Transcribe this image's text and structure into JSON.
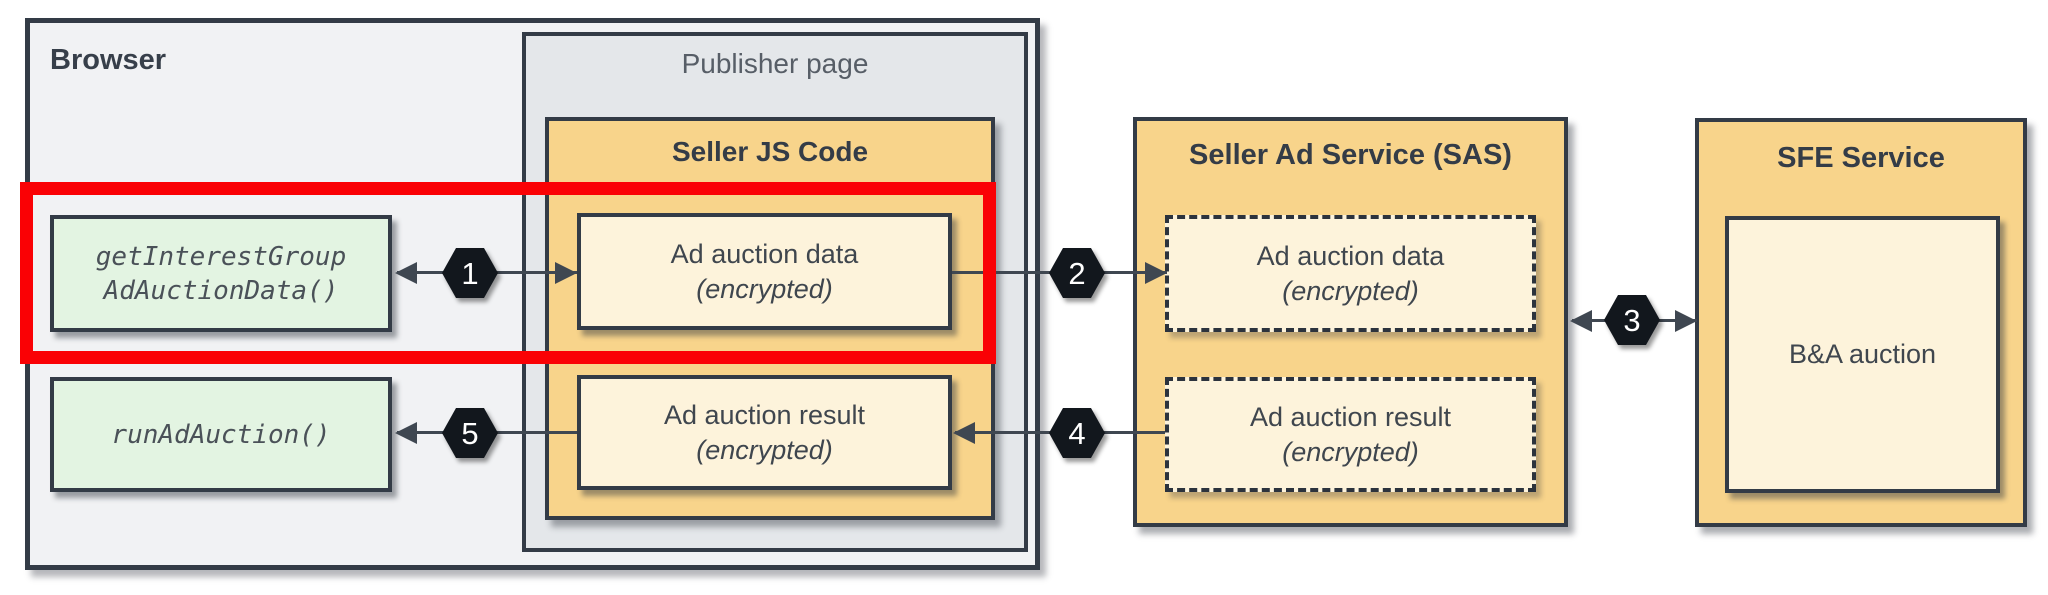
{
  "diagram": {
    "browser": {
      "label": "Browser"
    },
    "publisher_page": {
      "label": "Publisher page"
    },
    "seller_js": {
      "title": "Seller JS Code",
      "data_box": {
        "title": "Ad auction data",
        "subtitle": "(encrypted)"
      },
      "result_box": {
        "title": "Ad auction result",
        "subtitle": "(encrypted)"
      }
    },
    "api_calls": {
      "get_interest_group": {
        "line1": "getInterestGroup",
        "line2": "AdAuctionData()"
      },
      "run_ad_auction": {
        "line1": "runAdAuction()"
      }
    },
    "sas": {
      "title": "Seller Ad Service (SAS)",
      "data_box": {
        "title": "Ad auction data",
        "subtitle": "(encrypted)"
      },
      "result_box": {
        "title": "Ad auction result",
        "subtitle": "(encrypted)"
      }
    },
    "sfe": {
      "title": "SFE Service",
      "auction_box": {
        "title": "B&A auction"
      }
    },
    "steps": {
      "s1": "1",
      "s2": "2",
      "s3": "3",
      "s4": "4",
      "s5": "5"
    },
    "colors": {
      "container_orange": "#f8d48b",
      "panel_cream": "#fdf3db",
      "browser_gray": "#f1f2f4",
      "publisher_gray": "#e4e7ea",
      "api_green": "#e3f4e2",
      "border_dark": "#333b46",
      "connector_gray": "#3f4751",
      "highlight_red": "#fa0105",
      "hexagon_black": "#12171d"
    }
  }
}
